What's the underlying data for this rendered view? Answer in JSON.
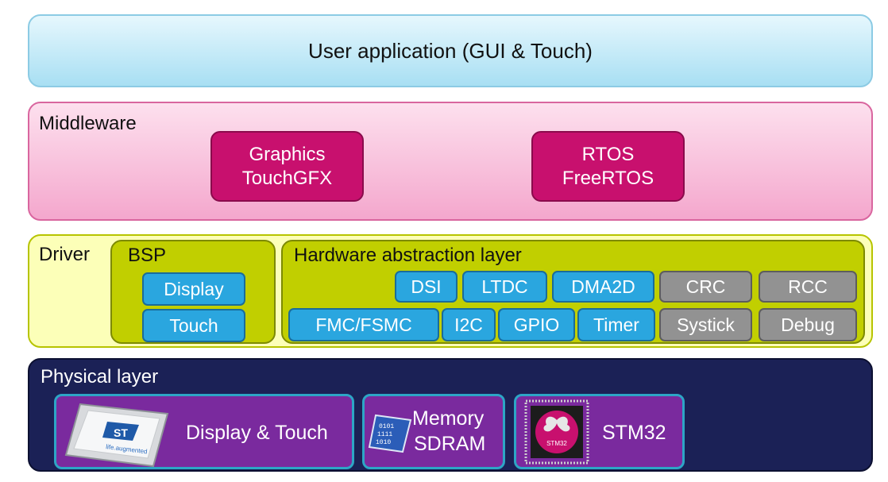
{
  "user_application": {
    "label": "User application (GUI & Touch)"
  },
  "middleware": {
    "title": "Middleware",
    "graphics": {
      "line1": "Graphics",
      "line2": "TouchGFX"
    },
    "rtos": {
      "line1": "RTOS",
      "line2": "FreeRTOS"
    }
  },
  "driver": {
    "title": "Driver",
    "bsp": {
      "title": "BSP",
      "items": [
        "Display",
        "Touch"
      ]
    },
    "hal": {
      "title": "Hardware abstraction layer",
      "row1": [
        "DSI",
        "LTDC",
        "DMA2D",
        "CRC",
        "RCC"
      ],
      "row2": [
        "FMC/FSMC",
        "I2C",
        "GPIO",
        "Timer",
        "Systick",
        "Debug"
      ]
    }
  },
  "physical": {
    "title": "Physical layer",
    "display_touch": {
      "label": "Display & Touch"
    },
    "memory": {
      "line1": "Memory",
      "line2": "SDRAM"
    },
    "mcu": {
      "label": "STM32",
      "chip_text": "STM32"
    },
    "st_logo_text": "ST",
    "st_tagline": "life.augmented"
  },
  "colors": {
    "middleware_box": "#c8106e",
    "hal_blue": "#2aa6df",
    "hal_gray": "#929292",
    "bsp_panel": "#c1cf00",
    "physical_bg": "#1b2156",
    "physical_box": "#7a2a9e"
  }
}
